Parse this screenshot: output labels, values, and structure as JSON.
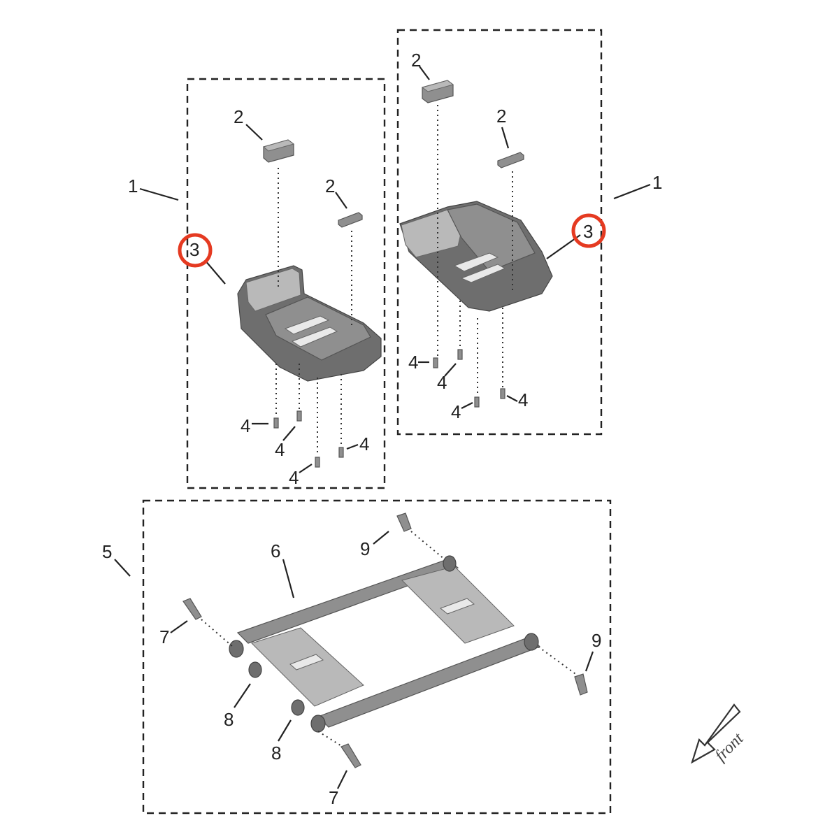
{
  "diagram": {
    "callouts": {
      "left_group": "1",
      "right_group": "1",
      "left_pad_top": "2",
      "left_pad_side": "2",
      "right_pad_top": "2",
      "right_pad_side": "2",
      "left_bracket": "3",
      "right_bracket": "3",
      "left_screw_a": "4",
      "left_screw_b": "4",
      "left_screw_c": "4",
      "left_screw_d": "4",
      "right_screw_a": "4",
      "right_screw_b": "4",
      "right_screw_c": "4",
      "right_screw_d": "4",
      "frame_group": "5",
      "frame": "6",
      "bolt_left_top": "7",
      "bolt_bottom": "7",
      "washer_left": "8",
      "washer_bottom": "8",
      "bolt_right_top": "9",
      "bolt_right_side": "9"
    },
    "front_label": "front",
    "highlight_color": "#e53a21"
  }
}
